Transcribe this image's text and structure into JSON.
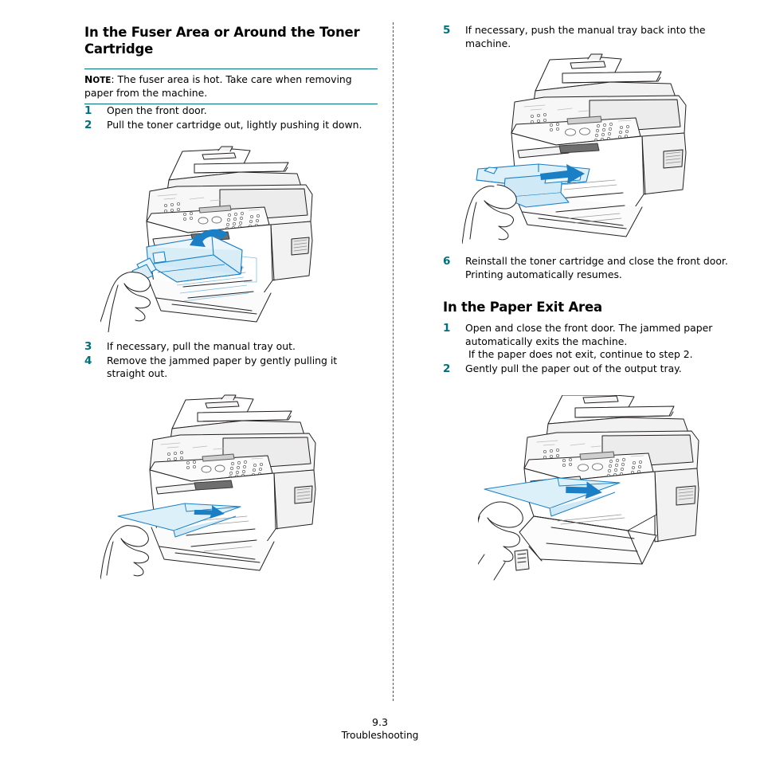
{
  "document": {
    "page_number": "9.3",
    "running_section": "Troubleshooting"
  },
  "left_column": {
    "heading": "In the Fuser Area or Around the Toner Cartridge",
    "note": {
      "label_cap": "N",
      "label_rest": "OTE",
      "separator": ": ",
      "text": "The fuser area is hot. Take care when removing paper from the machine."
    },
    "steps": [
      {
        "num": "1",
        "text": "Open the front door."
      },
      {
        "num": "2",
        "text": "Pull the toner cartridge out, lightly pushing it down."
      }
    ],
    "steps2": [
      {
        "num": "3",
        "text": "If necessary, pull the manual tray out."
      },
      {
        "num": "4",
        "text": "Remove the jammed paper by gently pulling it straight out."
      }
    ],
    "figure_1_alt": "printer-toner-cartridge-removal",
    "figure_2_alt": "printer-manual-tray-paper-pull"
  },
  "right_column": {
    "steps_top": [
      {
        "num": "5",
        "text": "If necessary, push the manual tray back into the machine."
      }
    ],
    "steps_mid": [
      {
        "num": "6",
        "text": "Reinstall the toner cartridge and close the front door. Printing automatically resumes."
      }
    ],
    "heading": "In the Paper Exit Area",
    "steps_bottom": [
      {
        "num": "1",
        "text": "Open and close the front door. The jammed paper automatically exits the machine.",
        "sub": "If the paper does not exit, continue to step 2."
      },
      {
        "num": "2",
        "text": "Gently pull the paper out of the output tray."
      }
    ],
    "figure_3_alt": "printer-manual-tray-reinsert",
    "figure_4_alt": "printer-output-tray-paper-pull"
  },
  "colors": {
    "accent_teal": "#00717a",
    "illustration_blue": "#1a7fc4",
    "illustration_fill": "#d9edf7",
    "line_dark": "#231f20"
  }
}
